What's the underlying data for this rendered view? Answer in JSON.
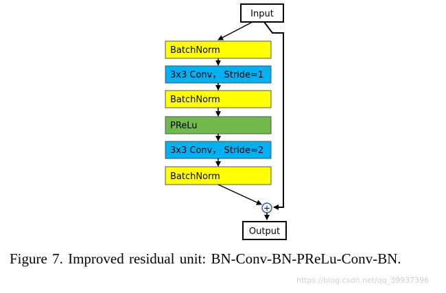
{
  "diagram": {
    "input_label": "Input",
    "output_label": "Output",
    "blocks": [
      {
        "label": "BatchNorm",
        "color": "#ffff00"
      },
      {
        "label": "3x3 Conv， Stride=1",
        "color": "#00b0f0"
      },
      {
        "label": "BatchNorm",
        "color": "#ffff00"
      },
      {
        "label": "PReLu",
        "color": "#70b94a"
      },
      {
        "label": "3x3 Conv， Stride=2",
        "color": "#00b0f0"
      },
      {
        "label": "BatchNorm",
        "color": "#ffff00"
      }
    ],
    "sum_symbol": "+",
    "sum_color": "#2f5fb0"
  },
  "caption": {
    "text": "Figure 7. Improved residual unit: BN-Conv-BN-PReLu-Conv-BN."
  },
  "watermark": {
    "text": "https://blog.csdn.net/qq_39937396"
  }
}
